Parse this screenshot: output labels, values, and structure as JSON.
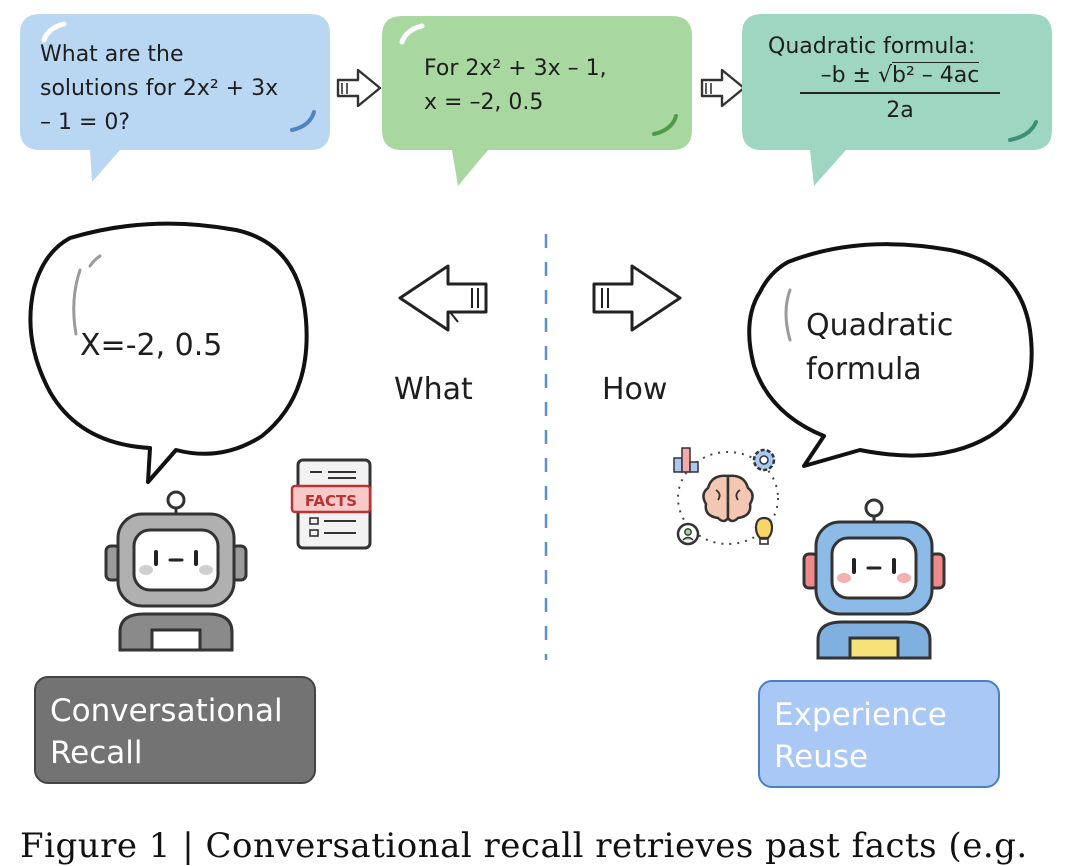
{
  "colors": {
    "question_bubble": "#b9d6f2",
    "answer_bubble": "#a9d7a0",
    "formula_bubble": "#9fd6c2",
    "recall_box": "#737373",
    "reuse_box": "#a9c8f5",
    "divider": "#5a8fd0"
  },
  "top": {
    "question_lines": [
      "What are the",
      "solutions for 2x² + 3x",
      "– 1 = 0?"
    ],
    "answer_lines": [
      "For 2x² + 3x – 1,",
      "x = –2, 0.5"
    ],
    "formula": {
      "title": "Quadratic formula:",
      "numerator_prefix": "–b ±",
      "numerator_radicand": "b² – 4ac",
      "denominator": "2a"
    }
  },
  "left": {
    "bubble_text": "X=-2, 0.5",
    "arrow_label": "What",
    "facts_badge": "FACTS",
    "box_lines": [
      "Conversational",
      "Recall"
    ]
  },
  "right": {
    "bubble_lines": [
      "Quadratic",
      "formula"
    ],
    "arrow_label": "How",
    "box_lines": [
      "Experience",
      "Reuse"
    ]
  },
  "caption": "Figure 1 | Conversational recall retrieves past facts (e.g."
}
